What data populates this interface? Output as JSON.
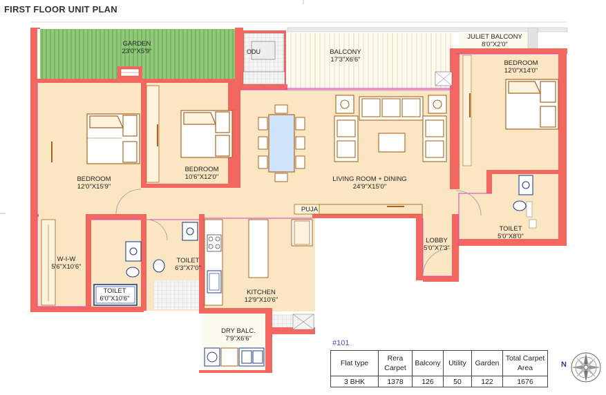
{
  "page_title": "FIRST FLOOR UNIT PLAN",
  "rooms": [
    {
      "name": "GARDEN",
      "size": "23'0\"X5'9\""
    },
    {
      "name": "BALCONY",
      "size": "17'3\"X6'6\""
    },
    {
      "name": "JULIET BALCONY",
      "size": "8'0\"X2'0\""
    },
    {
      "name": "BEDROOM",
      "size": "12'0\"X14'0\""
    },
    {
      "name": "BEDROOM",
      "size": "12'0\"X15'9\""
    },
    {
      "name": "BEDROOM",
      "size": "10'6\"X12'0\""
    },
    {
      "name": "LIVING ROOM + DINING",
      "size": "24'9\"X15'0\""
    },
    {
      "name": "PUJA",
      "size": ""
    },
    {
      "name": "W-I-W",
      "size": "5'6\"X10'6\""
    },
    {
      "name": "TOILET",
      "size": "6'3\"X7'0\""
    },
    {
      "name": "TOILET",
      "size": "6'0\"X10'6\""
    },
    {
      "name": "KITCHEN",
      "size": "12'9\"X10'6\""
    },
    {
      "name": "LOBBY",
      "size": "5'0\"X7'3\""
    },
    {
      "name": "TOILET",
      "size": "5'0\"X8'0\""
    },
    {
      "name": "DRY BALC.",
      "size": "7'9\"X6'6\""
    }
  ],
  "odu_label": "ODU",
  "flat_number": "#101",
  "area_table": {
    "headers": [
      "Flat type",
      "Rera Carpet",
      "Balcony",
      "Utility",
      "Garden",
      "Total Carpet Area"
    ],
    "rows": [
      [
        "3 BHK",
        "1378",
        "126",
        "50",
        "122",
        "1676"
      ]
    ]
  },
  "compass": {
    "north_label": "N"
  },
  "colors": {
    "wall": "#f2675f",
    "floor": "#fbe6c4",
    "garden": "#8fc979",
    "balcony": "#fdfaf0",
    "furniture": "#a9631f",
    "dining_table": "#cfe4fb"
  }
}
